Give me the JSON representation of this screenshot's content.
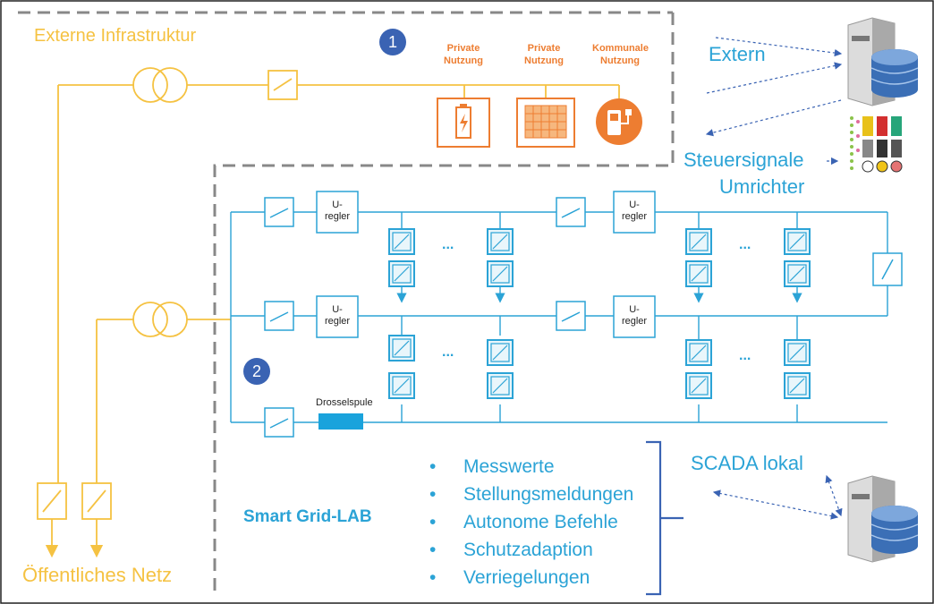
{
  "labels": {
    "externe_infrastruktur": "Externe Infrastruktur",
    "oeffentliches_netz": "Öffentliches Netz",
    "extern": "Extern",
    "steuersignale": "Steuersignale",
    "umrichter": "Umrichter",
    "scada_lokal": "SCADA lokal",
    "smart_grid_lab": "Smart Grid-LAB",
    "drosselspule": "Drosselspule",
    "ellipsis": "...",
    "regler_1": "U-",
    "regler_2": "regler"
  },
  "usage": {
    "private_1": "Private Nutzung",
    "private_2": "Private Nutzung",
    "kommunal": "Kommunale Nutzung"
  },
  "badges": {
    "one": "1",
    "two": "2"
  },
  "bullets": [
    "Messwerte",
    "Stellungsmeldungen",
    "Autonome Befehle",
    "Schutzadaption",
    "Verriegelungen"
  ],
  "colors": {
    "yellow": "#f5c242",
    "orange": "#ed7d31",
    "blue": "#2ba3d6",
    "badge": "#3a63b3",
    "dash": "#888888",
    "bracket": "#3a63b3"
  }
}
